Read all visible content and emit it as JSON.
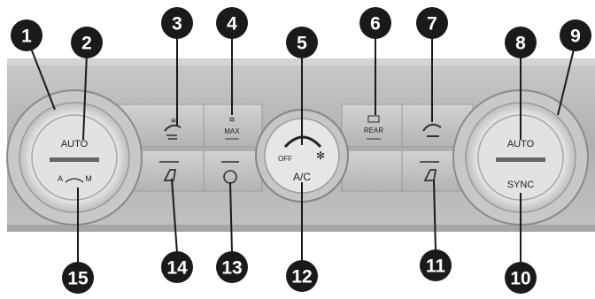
{
  "left_knob": {
    "top_label": "AUTO",
    "mode_left": "A",
    "mode_right": "M"
  },
  "center_knob": {
    "off_label": "OFF",
    "ac_label": "A/C"
  },
  "right_knob": {
    "top_label": "AUTO",
    "bottom_label": "SYNC"
  },
  "buttons": {
    "max_label": "MAX",
    "rear_label": "REAR"
  },
  "callouts": [
    "1",
    "2",
    "3",
    "4",
    "5",
    "6",
    "7",
    "8",
    "9",
    "10",
    "11",
    "12",
    "13",
    "14",
    "15"
  ],
  "colors": {
    "panel": "#b5b5b5",
    "panel_dark": "#8e8e8e",
    "knob_ring": "#d9d9d9",
    "callout": "#1a1a1a"
  }
}
